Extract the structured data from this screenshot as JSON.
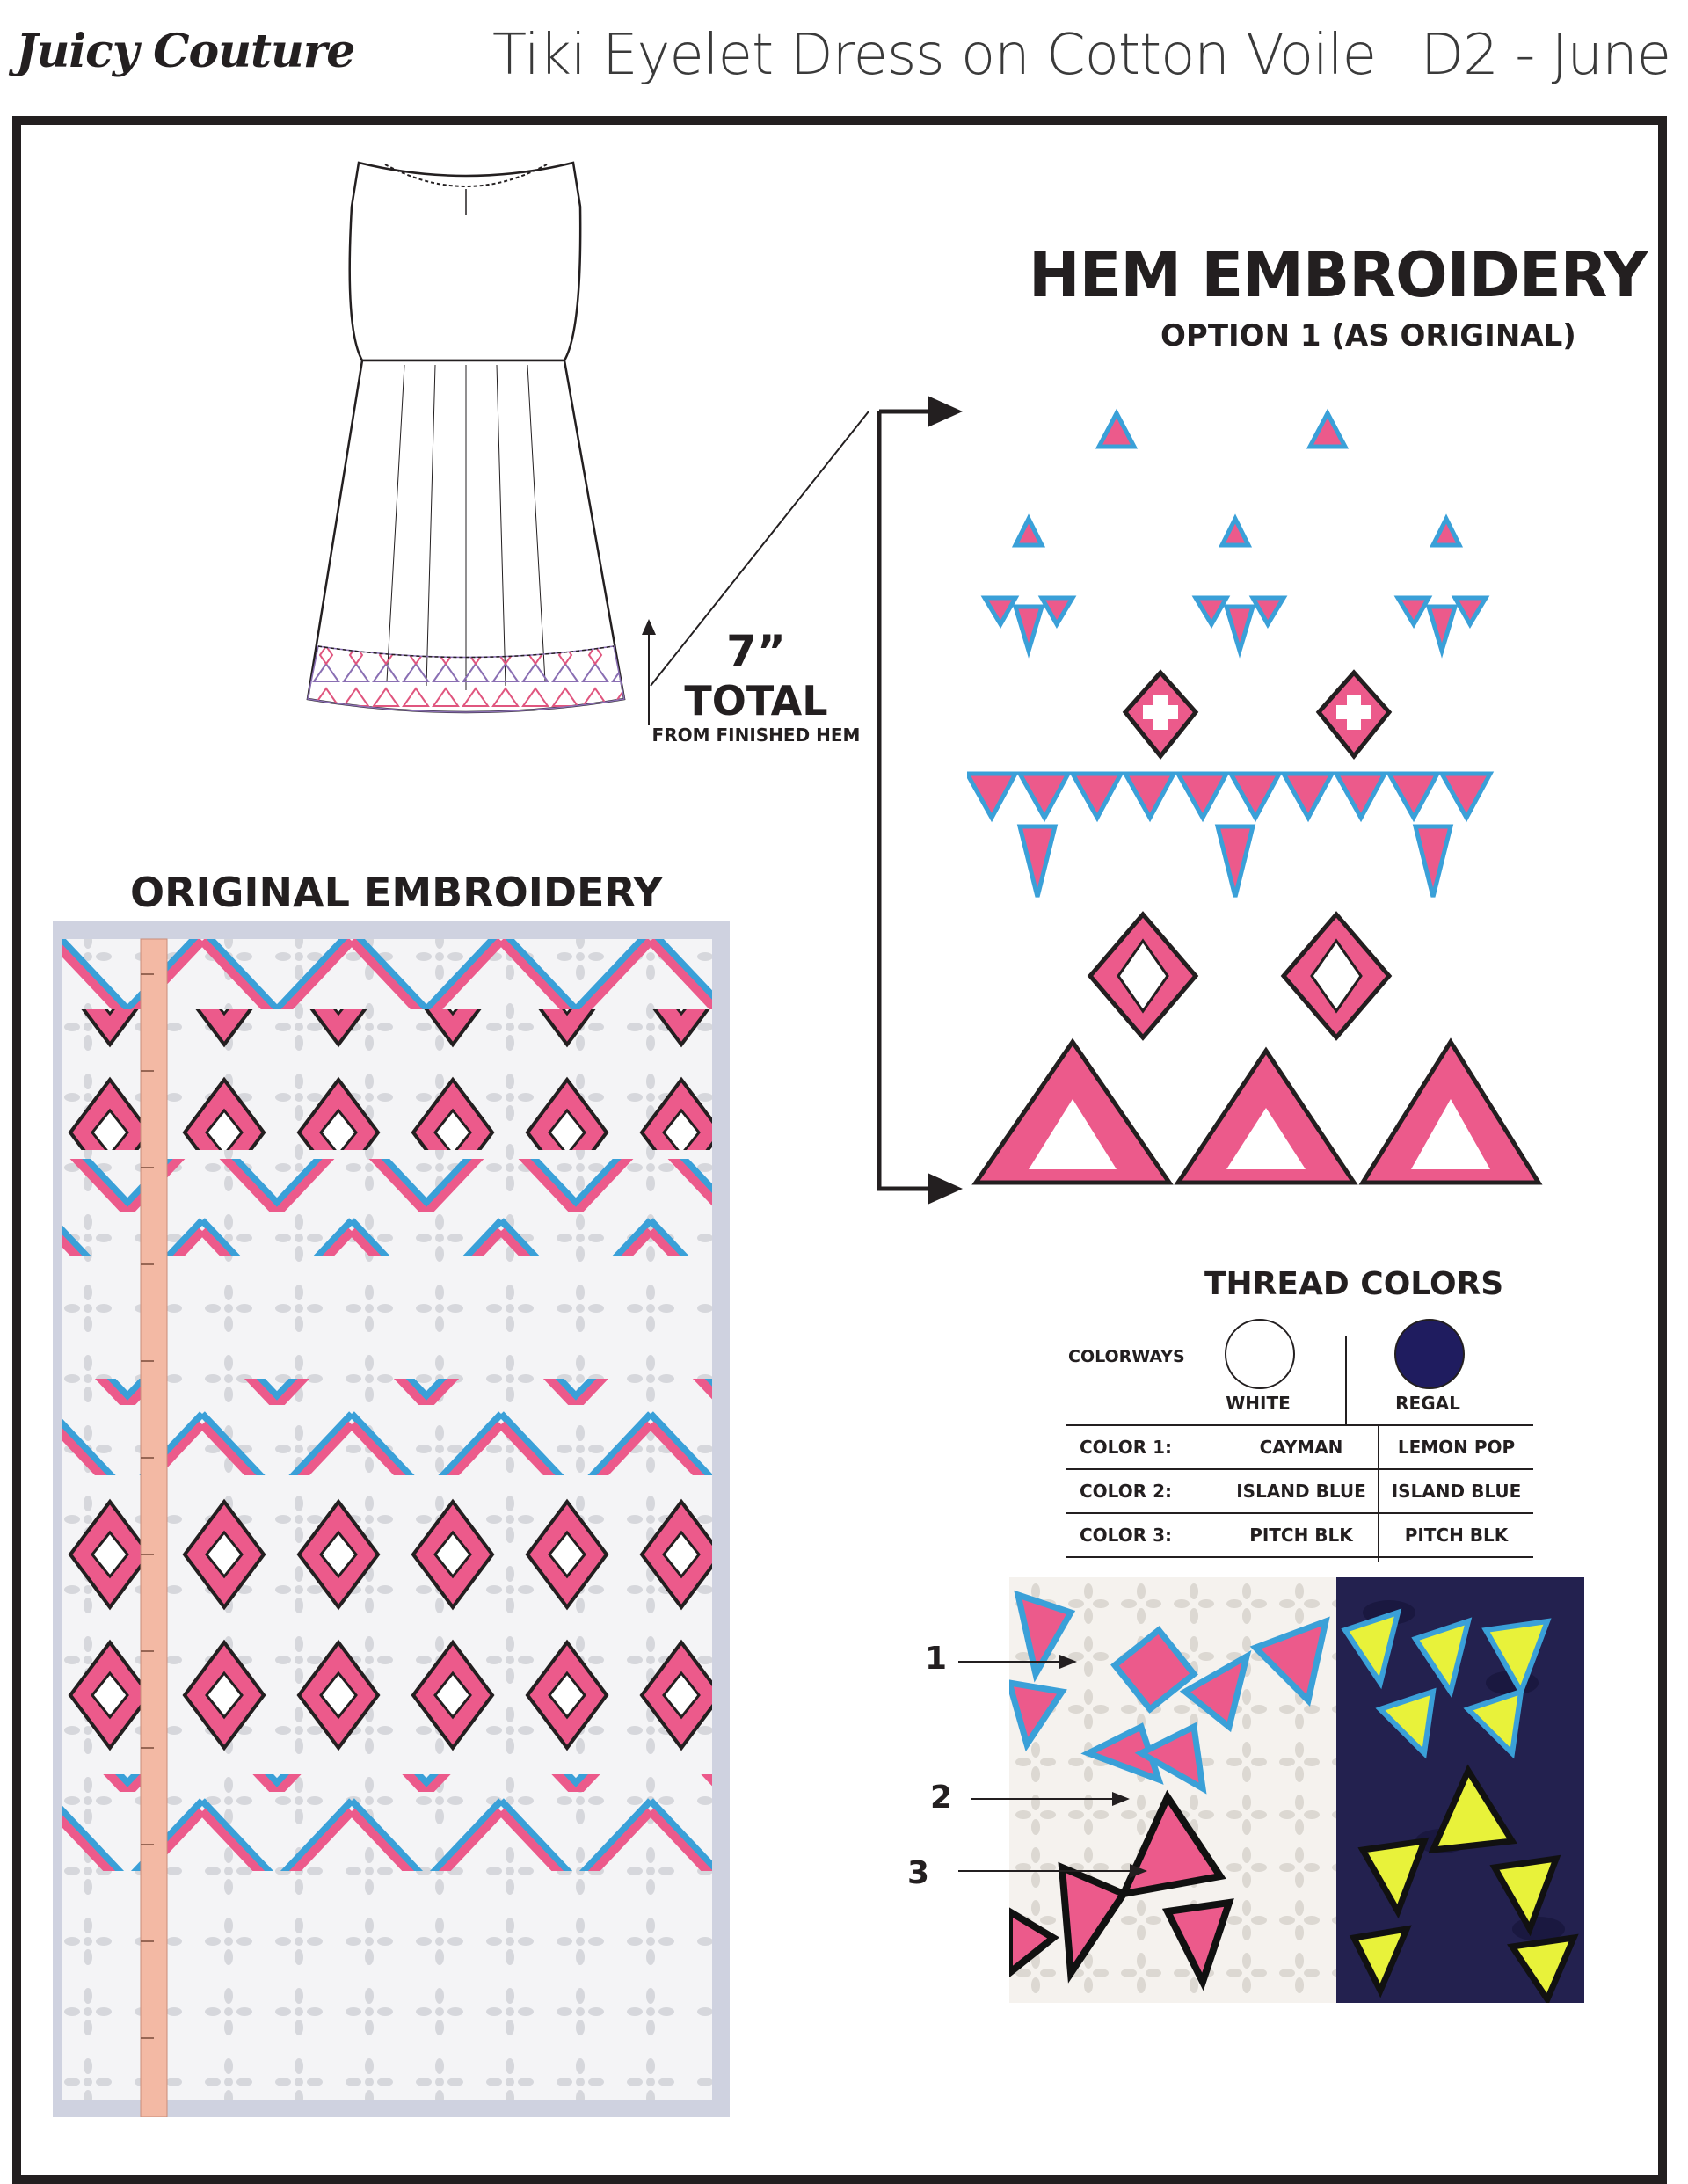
{
  "header": {
    "brand": "Juicy Couture",
    "title": "Tiki Eyelet Dress on Cotton Voile",
    "season": "D2 - June"
  },
  "hem": {
    "title": "HEM EMBROIDERY",
    "subtitle": "OPTION 1 (AS ORIGINAL)"
  },
  "measurement": {
    "value": "7”",
    "label": "TOTAL",
    "note": "FROM FINISHED HEM"
  },
  "original": {
    "title": "ORIGINAL EMBROIDERY"
  },
  "thread": {
    "title": "THREAD COLORS",
    "colorways_label": "COLORWAYS",
    "colorways": [
      {
        "name": "WHITE",
        "swatch": "#ffffff"
      },
      {
        "name": "REGAL",
        "swatch": "#1f1c5f"
      }
    ],
    "rows": [
      {
        "label": "COLOR 1:",
        "white": "CAYMAN",
        "regal": "LEMON POP"
      },
      {
        "label": "COLOR 2:",
        "white": "ISLAND BLUE",
        "regal": "ISLAND BLUE"
      },
      {
        "label": "COLOR 3:",
        "white": "PITCH BLK",
        "regal": "PITCH BLK"
      }
    ]
  },
  "callouts": [
    "1",
    "2",
    "3"
  ],
  "colors": {
    "pink": "#ec5a8b",
    "blue": "#3aa0d8",
    "black": "#231f20",
    "lemon": "#e8f23a",
    "regal": "#1f1c5f"
  }
}
